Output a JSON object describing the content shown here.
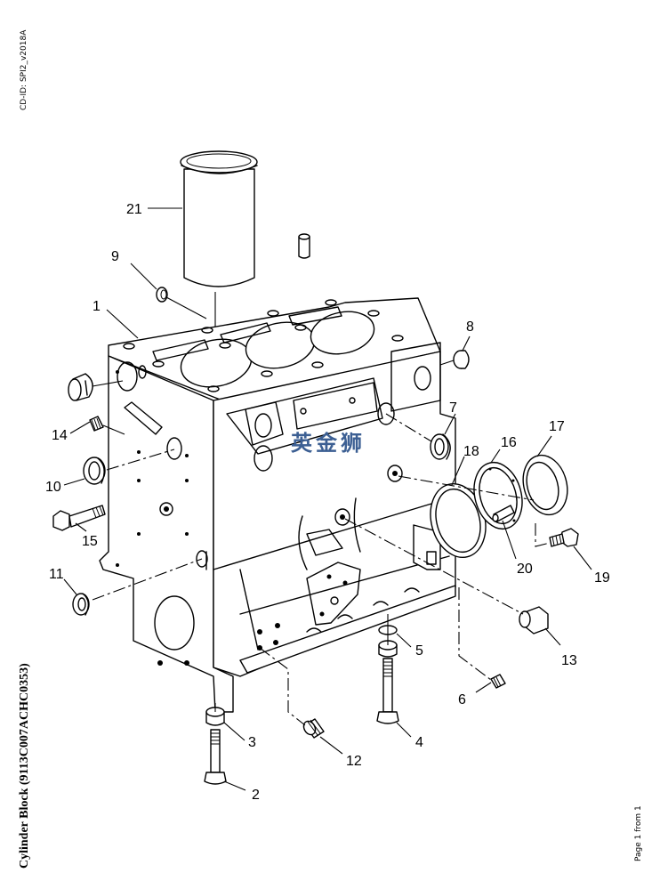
{
  "document": {
    "cd_id": "CD-ID: SPI2_v2018A",
    "title": "Cylinder Block (9113C007ACHC0353)",
    "pagination": "Page 1 from 1",
    "watermark": "英金狮"
  },
  "diagram": {
    "type": "exploded-parts-view",
    "subject": "Cylinder Block",
    "callouts": [
      {
        "number": "1",
        "part": "cylinder-block"
      },
      {
        "number": "2",
        "part": "bolt"
      },
      {
        "number": "3",
        "part": "washer"
      },
      {
        "number": "4",
        "part": "bolt"
      },
      {
        "number": "5",
        "part": "o-ring"
      },
      {
        "number": "6",
        "part": "plug"
      },
      {
        "number": "7",
        "part": "plug"
      },
      {
        "number": "8",
        "part": "plug"
      },
      {
        "number": "9",
        "part": "o-ring"
      },
      {
        "number": "10",
        "part": "plug"
      },
      {
        "number": "11",
        "part": "plug"
      },
      {
        "number": "12",
        "part": "plug"
      },
      {
        "number": "13",
        "part": "plug"
      },
      {
        "number": "14",
        "part": "plug"
      },
      {
        "number": "15",
        "part": "bolt"
      },
      {
        "number": "16",
        "part": "housing"
      },
      {
        "number": "17",
        "part": "seal"
      },
      {
        "number": "18",
        "part": "gasket"
      },
      {
        "number": "19",
        "part": "bolt"
      },
      {
        "number": "20",
        "part": "dowel-pin"
      },
      {
        "number": "21",
        "part": "cylinder-liner"
      }
    ]
  }
}
